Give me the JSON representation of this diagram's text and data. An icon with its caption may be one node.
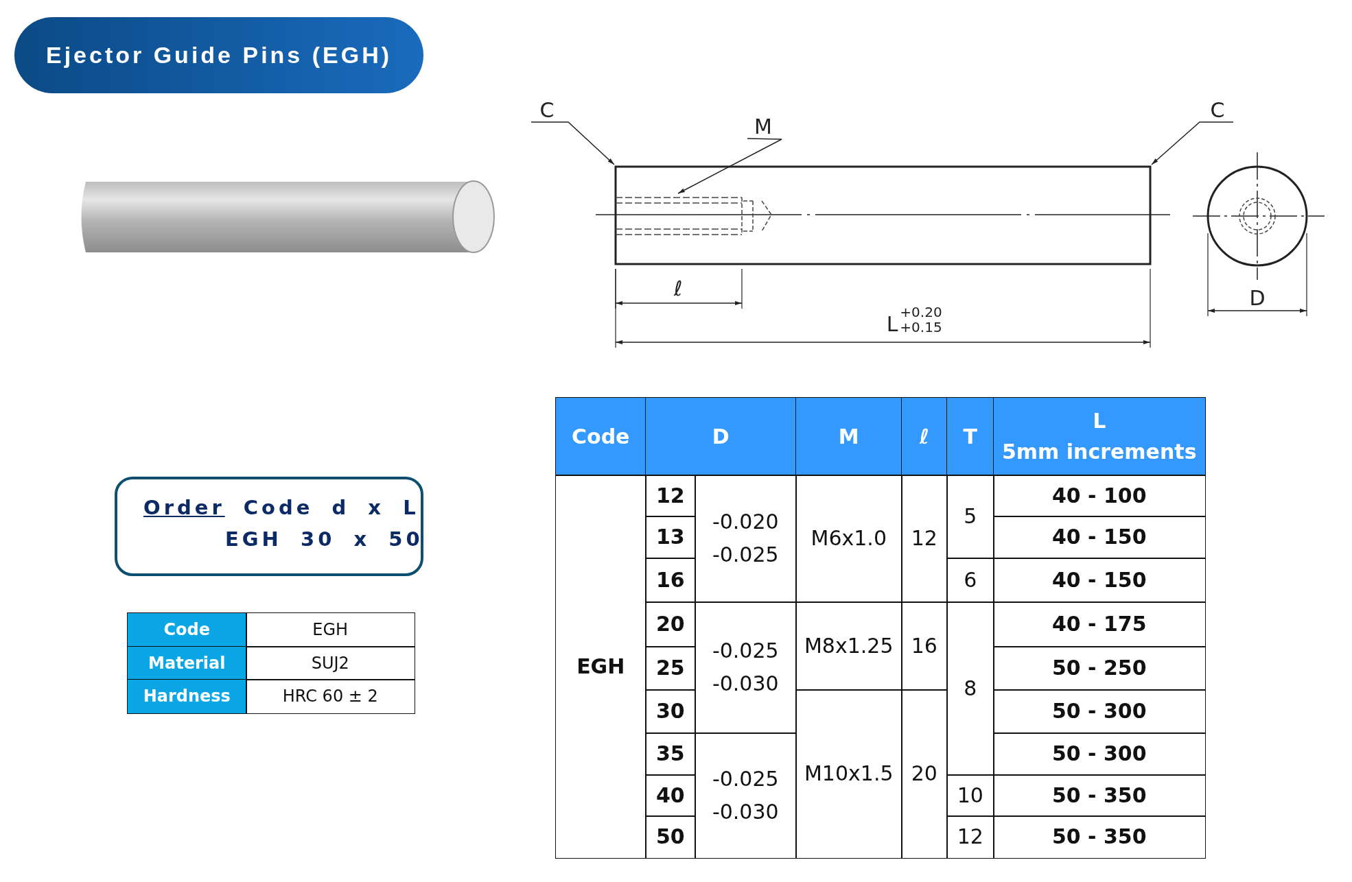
{
  "diagram": {
    "title": "Ejector Guide Pins (EGH)",
    "nodes": [
      {
        "text": [
          "C"
        ]
      },
      {
        "text": [
          "M"
        ]
      },
      {
        "text": [
          "C"
        ]
      },
      {
        "text": [
          "Order Code d x L",
          "EGH 30 x 50"
        ]
      },
      {
        "text": [],
        "shape": "picture"
      }
    ],
    "edges": [
      {
        "from": 0,
        "to": 4,
        "arrow": "to"
      },
      {
        "from": 1,
        "to": 4,
        "arrow": "to"
      },
      {
        "from": 2,
        "to": 4,
        "arrow": "to"
      }
    ],
    "labels": [
      "ℓ",
      "L$^{+0.20}$$_{+0.15}$",
      "D",
      "Code",
      "EGH",
      "Material",
      "SUJ2",
      "Hardness",
      "HRC 60 ± 2",
      "Code",
      "D",
      "M",
      "ℓ",
      "T",
      "L",
      "5mm increments",
      "EGH",
      "12",
      "-0.020",
      "-0.025",
      "M6x1.0",
      "12",
      "5",
      "40 - 100",
      "13",
      "40 - 150",
      "16",
      "6",
      "40 - 150",
      "20",
      "-0.025",
      "-0.030",
      "M8x1.25",
      "16",
      "8",
      "40 - 175",
      "25",
      "50 - 250",
      "30",
      "M10x1.5",
      "20",
      "50 - 300",
      "35",
      "-0.025",
      "-0.030",
      "50 - 300",
      "40",
      "10",
      "50 - 350",
      "50",
      "12",
      "50 - 350"
    ]
  }
}
